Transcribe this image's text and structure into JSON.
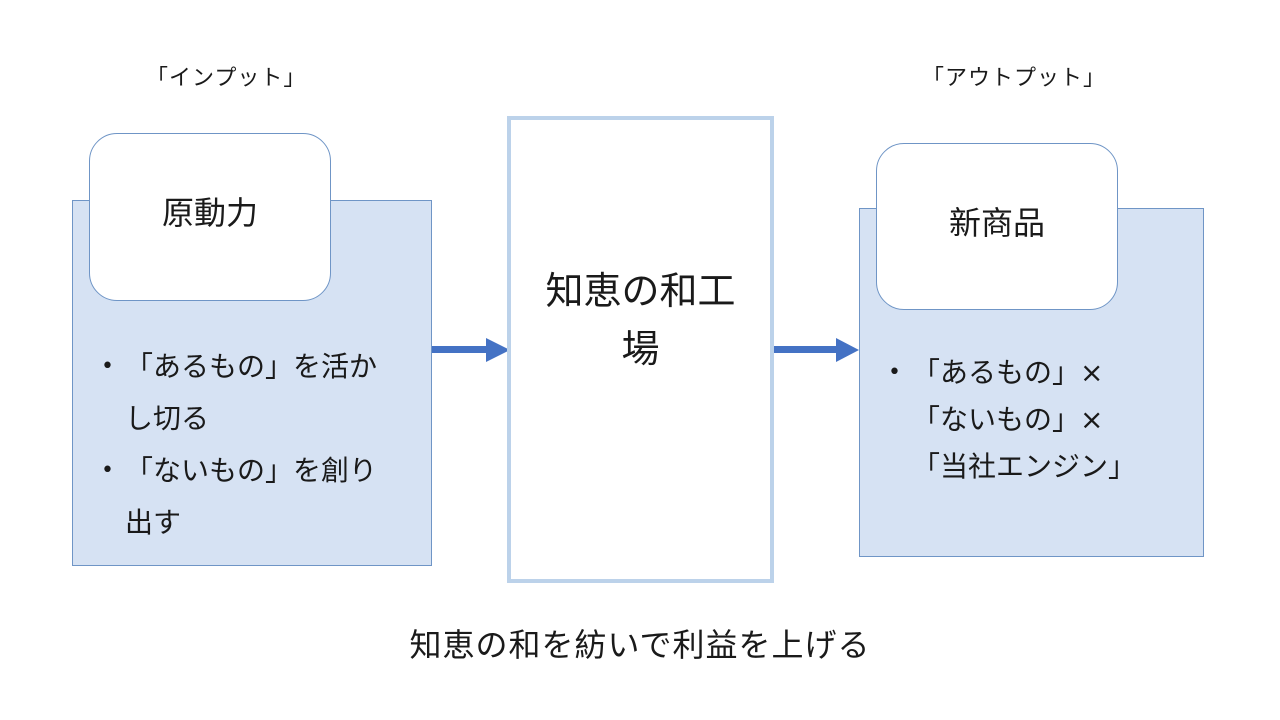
{
  "input": {
    "label": "「インプット」",
    "tab_title": "原動力",
    "bullets": [
      "「あるもの」を活かし切る",
      "「ないもの」を創り出す"
    ]
  },
  "factory": {
    "title": "知恵の和工場"
  },
  "output": {
    "label": "「アウトプット」",
    "tab_title": "新商品",
    "bullets": [
      "「あるもの」×「ないもの」×「当社エンジン」"
    ]
  },
  "caption": "知恵の和を紡いで利益を上げる",
  "colors": {
    "panel_fill": "#d6e2f3",
    "panel_border": "#6f95c6",
    "factory_border": "#bcd2ea",
    "arrow": "#4472c4"
  }
}
